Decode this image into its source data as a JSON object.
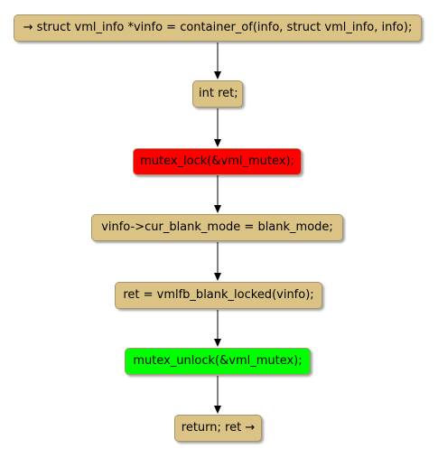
{
  "nodes": [
    {
      "text": "→ struct vml_info *vinfo = container_of(info, struct vml_info, info);",
      "color": "#dac384"
    },
    {
      "text": "int ret;",
      "color": "#dac384"
    },
    {
      "text": "mutex_lock(&vml_mutex);",
      "color": "#ff0000"
    },
    {
      "text": "vinfo->cur_blank_mode = blank_mode;",
      "color": "#dac384"
    },
    {
      "text": "ret = vmlfb_blank_locked(vinfo);",
      "color": "#dac384"
    },
    {
      "text": "mutex_unlock(&vml_mutex);",
      "color": "#00ff00"
    },
    {
      "text": "return; ret →",
      "color": "#dac384"
    }
  ],
  "edge_color": "#000000"
}
